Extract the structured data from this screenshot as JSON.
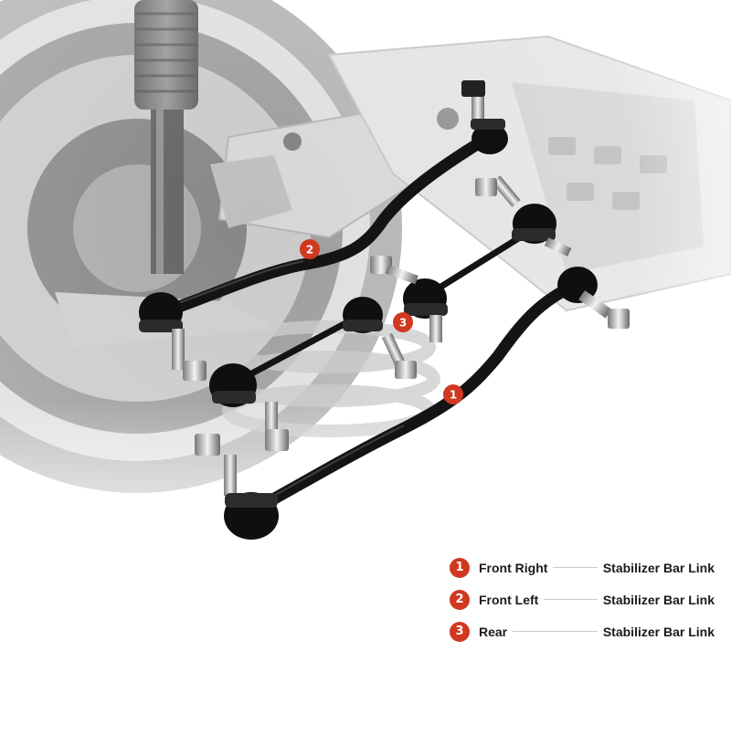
{
  "legend": {
    "items": [
      {
        "number": "1",
        "position": "Front Right",
        "part": "Stabilizer Bar Link"
      },
      {
        "number": "2",
        "position": "Front Left",
        "part": "Stabilizer Bar Link"
      },
      {
        "number": "3",
        "position": "Rear",
        "part": "Stabilizer Bar Link"
      }
    ]
  },
  "callouts": {
    "one": "1",
    "two": "2",
    "three": "3"
  },
  "colors": {
    "badge": "#d0381f",
    "link_body": "#151515",
    "background_chassis": "#cfcfcf"
  },
  "icons": {
    "background": "suspension-chassis-photo",
    "parts": "stabilizer-bar-link"
  }
}
